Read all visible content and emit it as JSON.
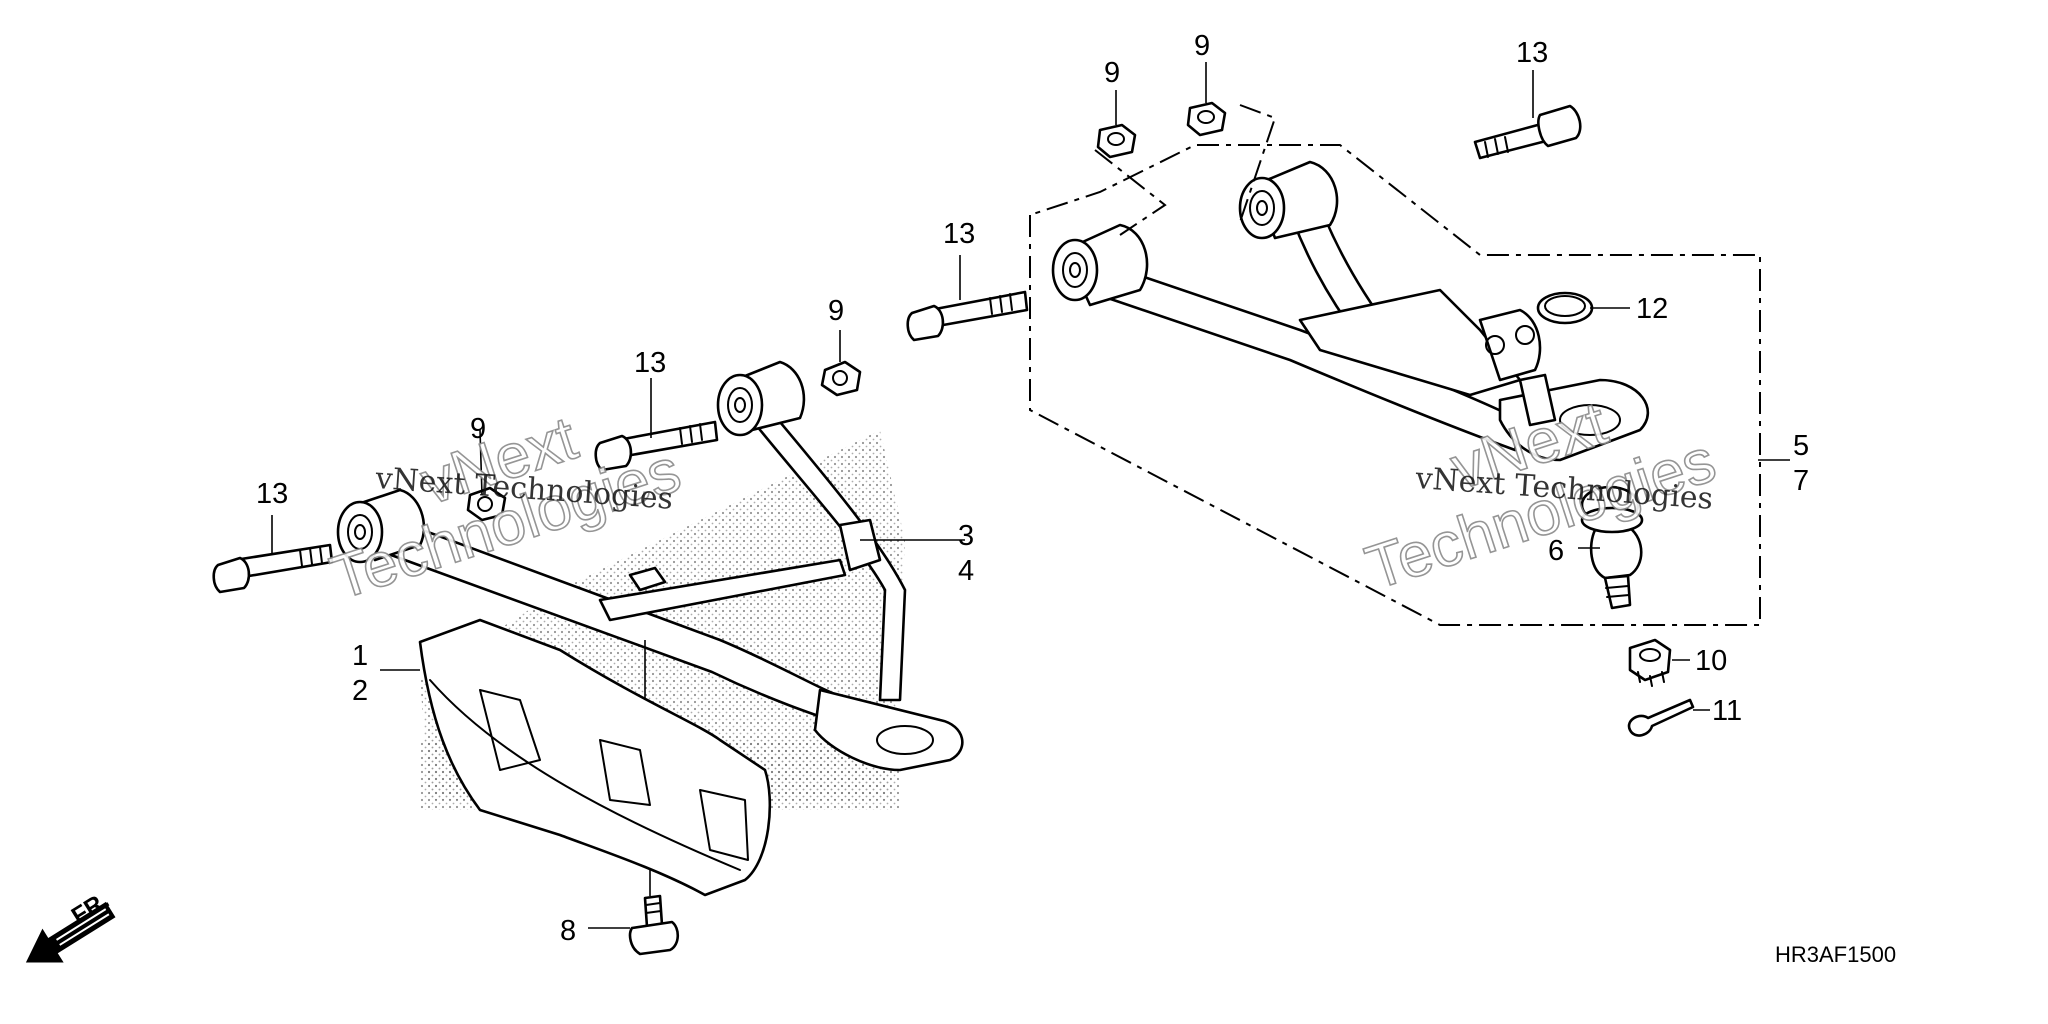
{
  "diagram_code": "HR3AF1500",
  "front_indicator": "FR.",
  "watermarks": {
    "serif_left": "vNext Technologies",
    "serif_right": "vNext Technologies",
    "outline_left_line1": "vNext",
    "outline_left_line2": "Technologies",
    "outline_right_line1": "vNext",
    "outline_right_line2": "Technologies"
  },
  "callouts": {
    "c1": "1",
    "c2": "2",
    "c3": "3",
    "c4": "4",
    "c5": "5",
    "c6": "6",
    "c7": "7",
    "c8": "8",
    "c9a": "9",
    "c9b": "9",
    "c9c": "9",
    "c9d": "9",
    "c10": "10",
    "c11": "11",
    "c12": "12",
    "c13a": "13",
    "c13b": "13",
    "c13c": "13",
    "c13d": "13"
  }
}
